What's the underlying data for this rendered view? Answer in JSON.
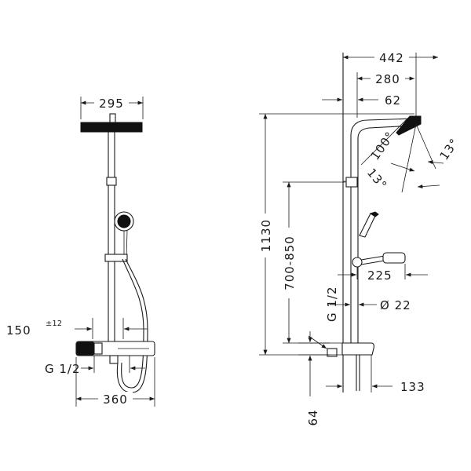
{
  "front_view": {
    "dim_width_top": "295",
    "dim_wall_distance": "150",
    "dim_wall_distance_tol": "±12",
    "dim_connection": "G 1/2",
    "dim_width_bottom": "360"
  },
  "side_view": {
    "dim_total_depth": "442",
    "dim_arm_reach": "280",
    "dim_bar_offset": "62",
    "dim_arm_angle": "100°",
    "dim_tilt_a": "13°",
    "dim_tilt_b": "13°",
    "dim_height": "1130",
    "dim_height_range": "700-850",
    "dim_hand_shower": "225",
    "dim_connection": "G 1/2",
    "dim_bar_diameter": "Ø 22",
    "dim_shelf_depth": "133",
    "dim_inlet_offset": "64"
  },
  "colors": {
    "line": "#1a1a1a",
    "fill": "#111111"
  }
}
